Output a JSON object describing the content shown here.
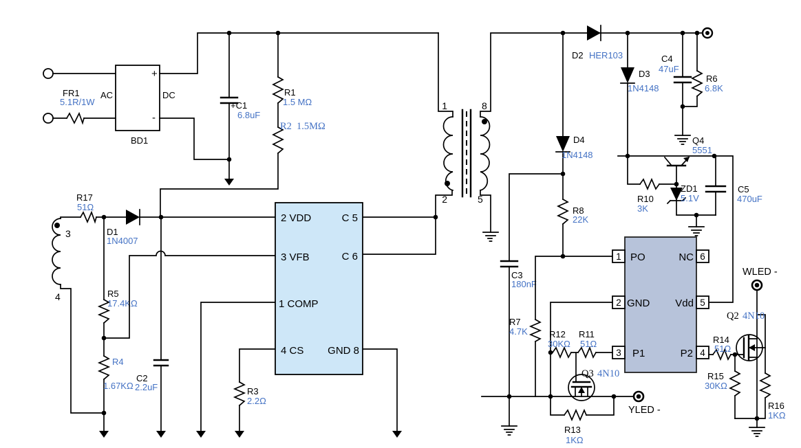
{
  "colors": {
    "value_text": "#4472C4",
    "wire": "#000000",
    "ic1_fill": "#CEE7F8",
    "ic2_fill": "#B7C3DA"
  },
  "components": {
    "fr1": {
      "ref": "FR1",
      "value": "5.1R/1W"
    },
    "bd1": {
      "ref": "BD1",
      "ac": "AC",
      "dc": "DC",
      "plus": "+",
      "minus": "-"
    },
    "c1": {
      "ref": "+C1",
      "value": "6.8uF"
    },
    "r1": {
      "ref": "R1",
      "value": "1.5 MΩ"
    },
    "r2": {
      "ref": "R2",
      "value": "1.5MΩ"
    },
    "r17": {
      "ref": "R17",
      "value": "51Ω"
    },
    "d1": {
      "ref": "D1",
      "value": "1N4007"
    },
    "r5": {
      "ref": "R5",
      "value": "17.4KΩ"
    },
    "r4": {
      "ref": "R4",
      "value": "1.67KΩ"
    },
    "c2": {
      "ref": "C2",
      "value": "2.2uF"
    },
    "r3": {
      "ref": "R3",
      "value": "2.2Ω"
    },
    "d2": {
      "ref": "D2",
      "value": "HER103"
    },
    "d3": {
      "ref": "D3",
      "value": "1N4148"
    },
    "d4": {
      "ref": "D4",
      "value": "1N4148"
    },
    "c4": {
      "ref": "C4",
      "value": "47uF"
    },
    "r6": {
      "ref": "R6",
      "value": "6.8K"
    },
    "q4": {
      "ref": "Q4",
      "value": "5551"
    },
    "r10": {
      "ref": "R10",
      "value": "3K"
    },
    "zd1": {
      "ref": "ZD1",
      "value": "5.1V"
    },
    "c5": {
      "ref": "C5",
      "value": "470uF"
    },
    "r8": {
      "ref": "R8",
      "value": "22K"
    },
    "c3": {
      "ref": "C3",
      "value": "180nF"
    },
    "r7": {
      "ref": "R7",
      "value": "4.7K"
    },
    "r12": {
      "ref": "R12",
      "value": "30KΩ"
    },
    "r11": {
      "ref": "R11",
      "value": "51Ω"
    },
    "q3": {
      "ref": "Q3",
      "value": "4N10"
    },
    "r13": {
      "ref": "R13",
      "value": "1KΩ"
    },
    "q2": {
      "ref": "Q2",
      "value": "4N10"
    },
    "r14": {
      "ref": "R14",
      "value": "51Ω"
    },
    "r15": {
      "ref": "R15",
      "value": "30KΩ"
    },
    "r16": {
      "ref": "R16",
      "value": "1KΩ"
    }
  },
  "ic1": {
    "pins_left": [
      "2 VDD",
      "3 VFB",
      "1 COMP",
      "4 CS"
    ],
    "pins_right": [
      "C 5",
      "C 6",
      "GND 8"
    ]
  },
  "ic2": {
    "pins_left": [
      {
        "num": "1",
        "name": "PO"
      },
      {
        "num": "2",
        "name": "GND"
      },
      {
        "num": "3",
        "name": "P1"
      }
    ],
    "pins_right": [
      {
        "num": "6",
        "name": "NC"
      },
      {
        "num": "5",
        "name": "Vdd"
      },
      {
        "num": "4",
        "name": "P2"
      }
    ]
  },
  "transformer": {
    "pin1": "1",
    "pin8": "8",
    "pin2": "2",
    "pin5": "5"
  },
  "aux_winding": {
    "pin3": "3",
    "pin4": "4"
  },
  "terminals": {
    "yled": "YLED -",
    "wled": "WLED -"
  }
}
